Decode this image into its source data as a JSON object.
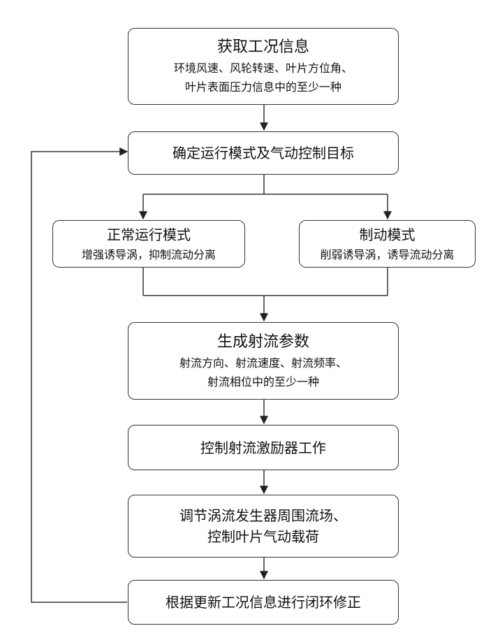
{
  "nodes": {
    "acquire": {
      "title": "获取工况信息",
      "lines": [
        "环境风速、风轮转速、叶片方位角、",
        "叶片表面压力信息中的至少一种"
      ]
    },
    "determine": {
      "title": "确定运行模式及气动控制目标"
    },
    "normal": {
      "title": "正常运行模式",
      "detail": "增强诱导涡，抑制流动分离"
    },
    "brake": {
      "title": "制动模式",
      "detail": "削弱诱导涡，诱导流动分离"
    },
    "generate": {
      "title": "生成射流参数",
      "lines": [
        "射流方向、射流速度、射流频率、",
        "射流相位中的至少一种"
      ]
    },
    "control": {
      "title": "控制射流激励器工作"
    },
    "adjust": {
      "lines": [
        "调节涡流发生器周围流场、",
        "控制叶片气动载荷"
      ]
    },
    "correct": {
      "title": "根据更新工况信息进行闭环修正"
    }
  }
}
